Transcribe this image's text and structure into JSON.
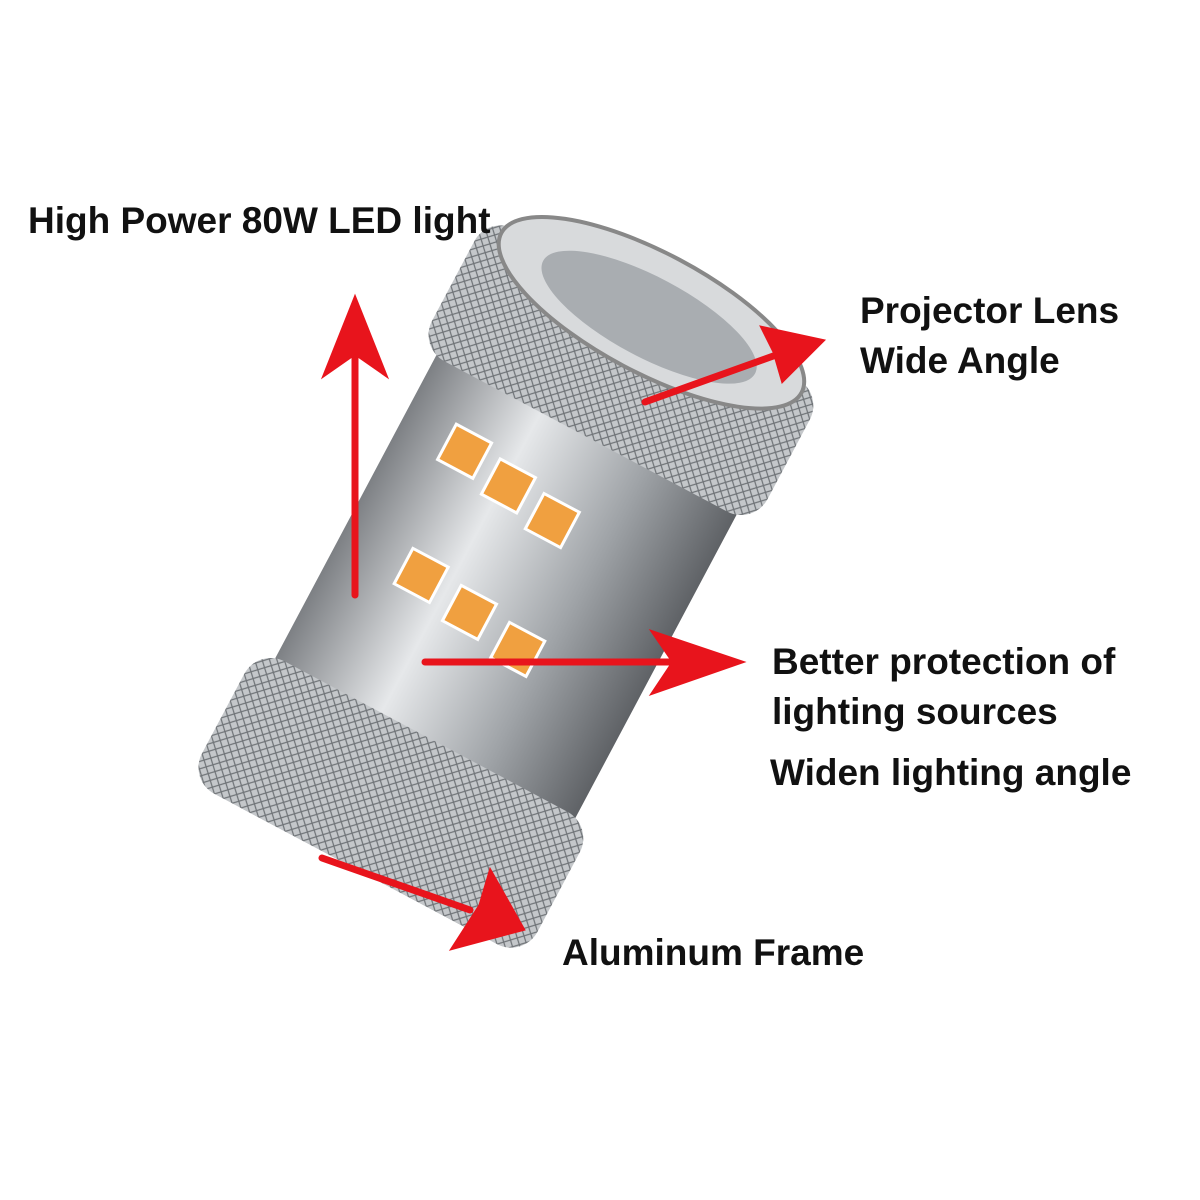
{
  "labels": {
    "led": "High Power 80W LED light",
    "lens_line1": "Projector Lens",
    "lens_line2": "Wide Angle",
    "protect_line1": "Better protection of",
    "protect_line2": "lighting sources",
    "protect_line3": "Widen lighting angle",
    "frame": "Aluminum Frame"
  },
  "colors": {
    "arrow": "#e8141c",
    "text": "#111111",
    "led_amber": "#f0a040",
    "metal": "#b8bcc0"
  }
}
